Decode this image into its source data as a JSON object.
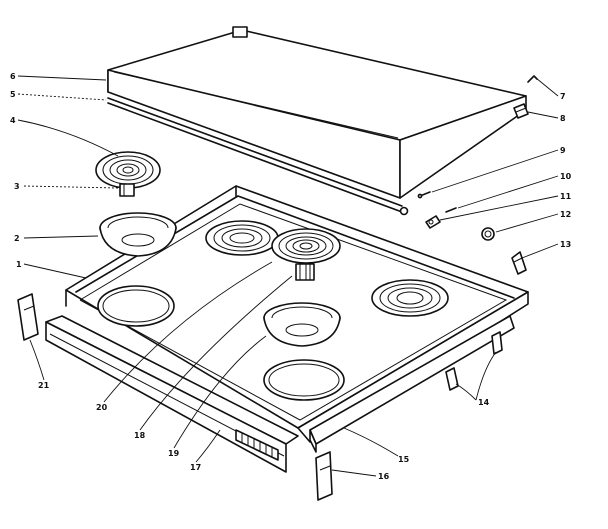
{
  "callouts": [
    {
      "id": "6",
      "text": "6"
    },
    {
      "id": "5",
      "text": "5"
    },
    {
      "id": "4",
      "text": "4"
    },
    {
      "id": "3",
      "text": "3"
    },
    {
      "id": "2",
      "text": "2"
    },
    {
      "id": "1",
      "text": "1"
    },
    {
      "id": "7",
      "text": "7"
    },
    {
      "id": "8",
      "text": "8"
    },
    {
      "id": "9",
      "text": "9"
    },
    {
      "id": "10",
      "text": "10"
    },
    {
      "id": "11",
      "text": "11"
    },
    {
      "id": "12",
      "text": "12"
    },
    {
      "id": "13",
      "text": "13"
    },
    {
      "id": "14",
      "text": "14"
    },
    {
      "id": "15",
      "text": "15"
    },
    {
      "id": "16",
      "text": "16"
    },
    {
      "id": "17",
      "text": "17"
    },
    {
      "id": "18",
      "text": "18"
    },
    {
      "id": "19",
      "text": "19"
    },
    {
      "id": "20",
      "text": "20"
    },
    {
      "id": "21",
      "text": "21"
    }
  ]
}
